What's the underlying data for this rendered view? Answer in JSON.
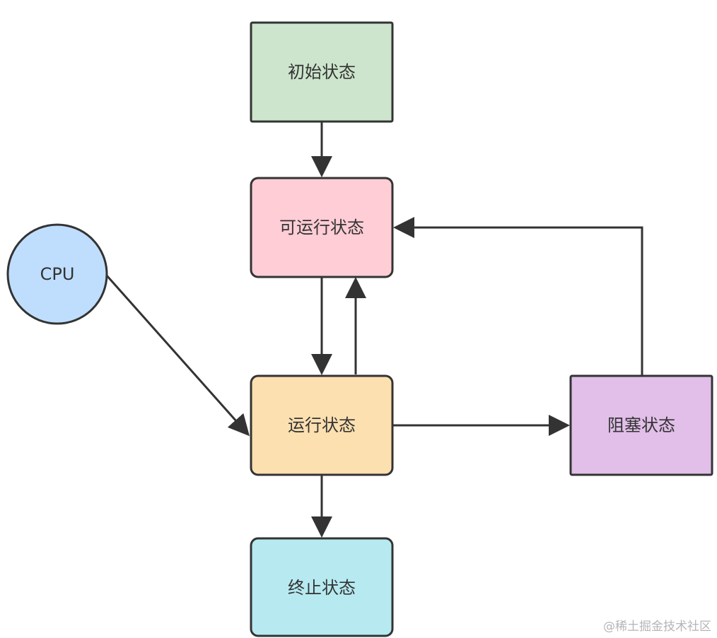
{
  "nodes": {
    "initial": {
      "label": "初始状态",
      "fill": "#cce5cc"
    },
    "runnable": {
      "label": "可运行状态",
      "fill": "#ffcdd6"
    },
    "cpu": {
      "label": "CPU",
      "fill": "#bfdefe"
    },
    "running": {
      "label": "运行状态",
      "fill": "#fde0b0"
    },
    "blocked": {
      "label": "阻塞状态",
      "fill": "#e1bfe8"
    },
    "terminated": {
      "label": "终止状态",
      "fill": "#b6eaf0"
    }
  },
  "edges": [
    {
      "from": "initial",
      "to": "runnable"
    },
    {
      "from": "runnable",
      "to": "running"
    },
    {
      "from": "running",
      "to": "runnable"
    },
    {
      "from": "cpu",
      "to": "running"
    },
    {
      "from": "running",
      "to": "blocked"
    },
    {
      "from": "blocked",
      "to": "runnable"
    },
    {
      "from": "running",
      "to": "terminated"
    }
  ],
  "colors": {
    "stroke": "#333333",
    "text": "#333333"
  },
  "watermark": "@稀土掘金技术社区"
}
